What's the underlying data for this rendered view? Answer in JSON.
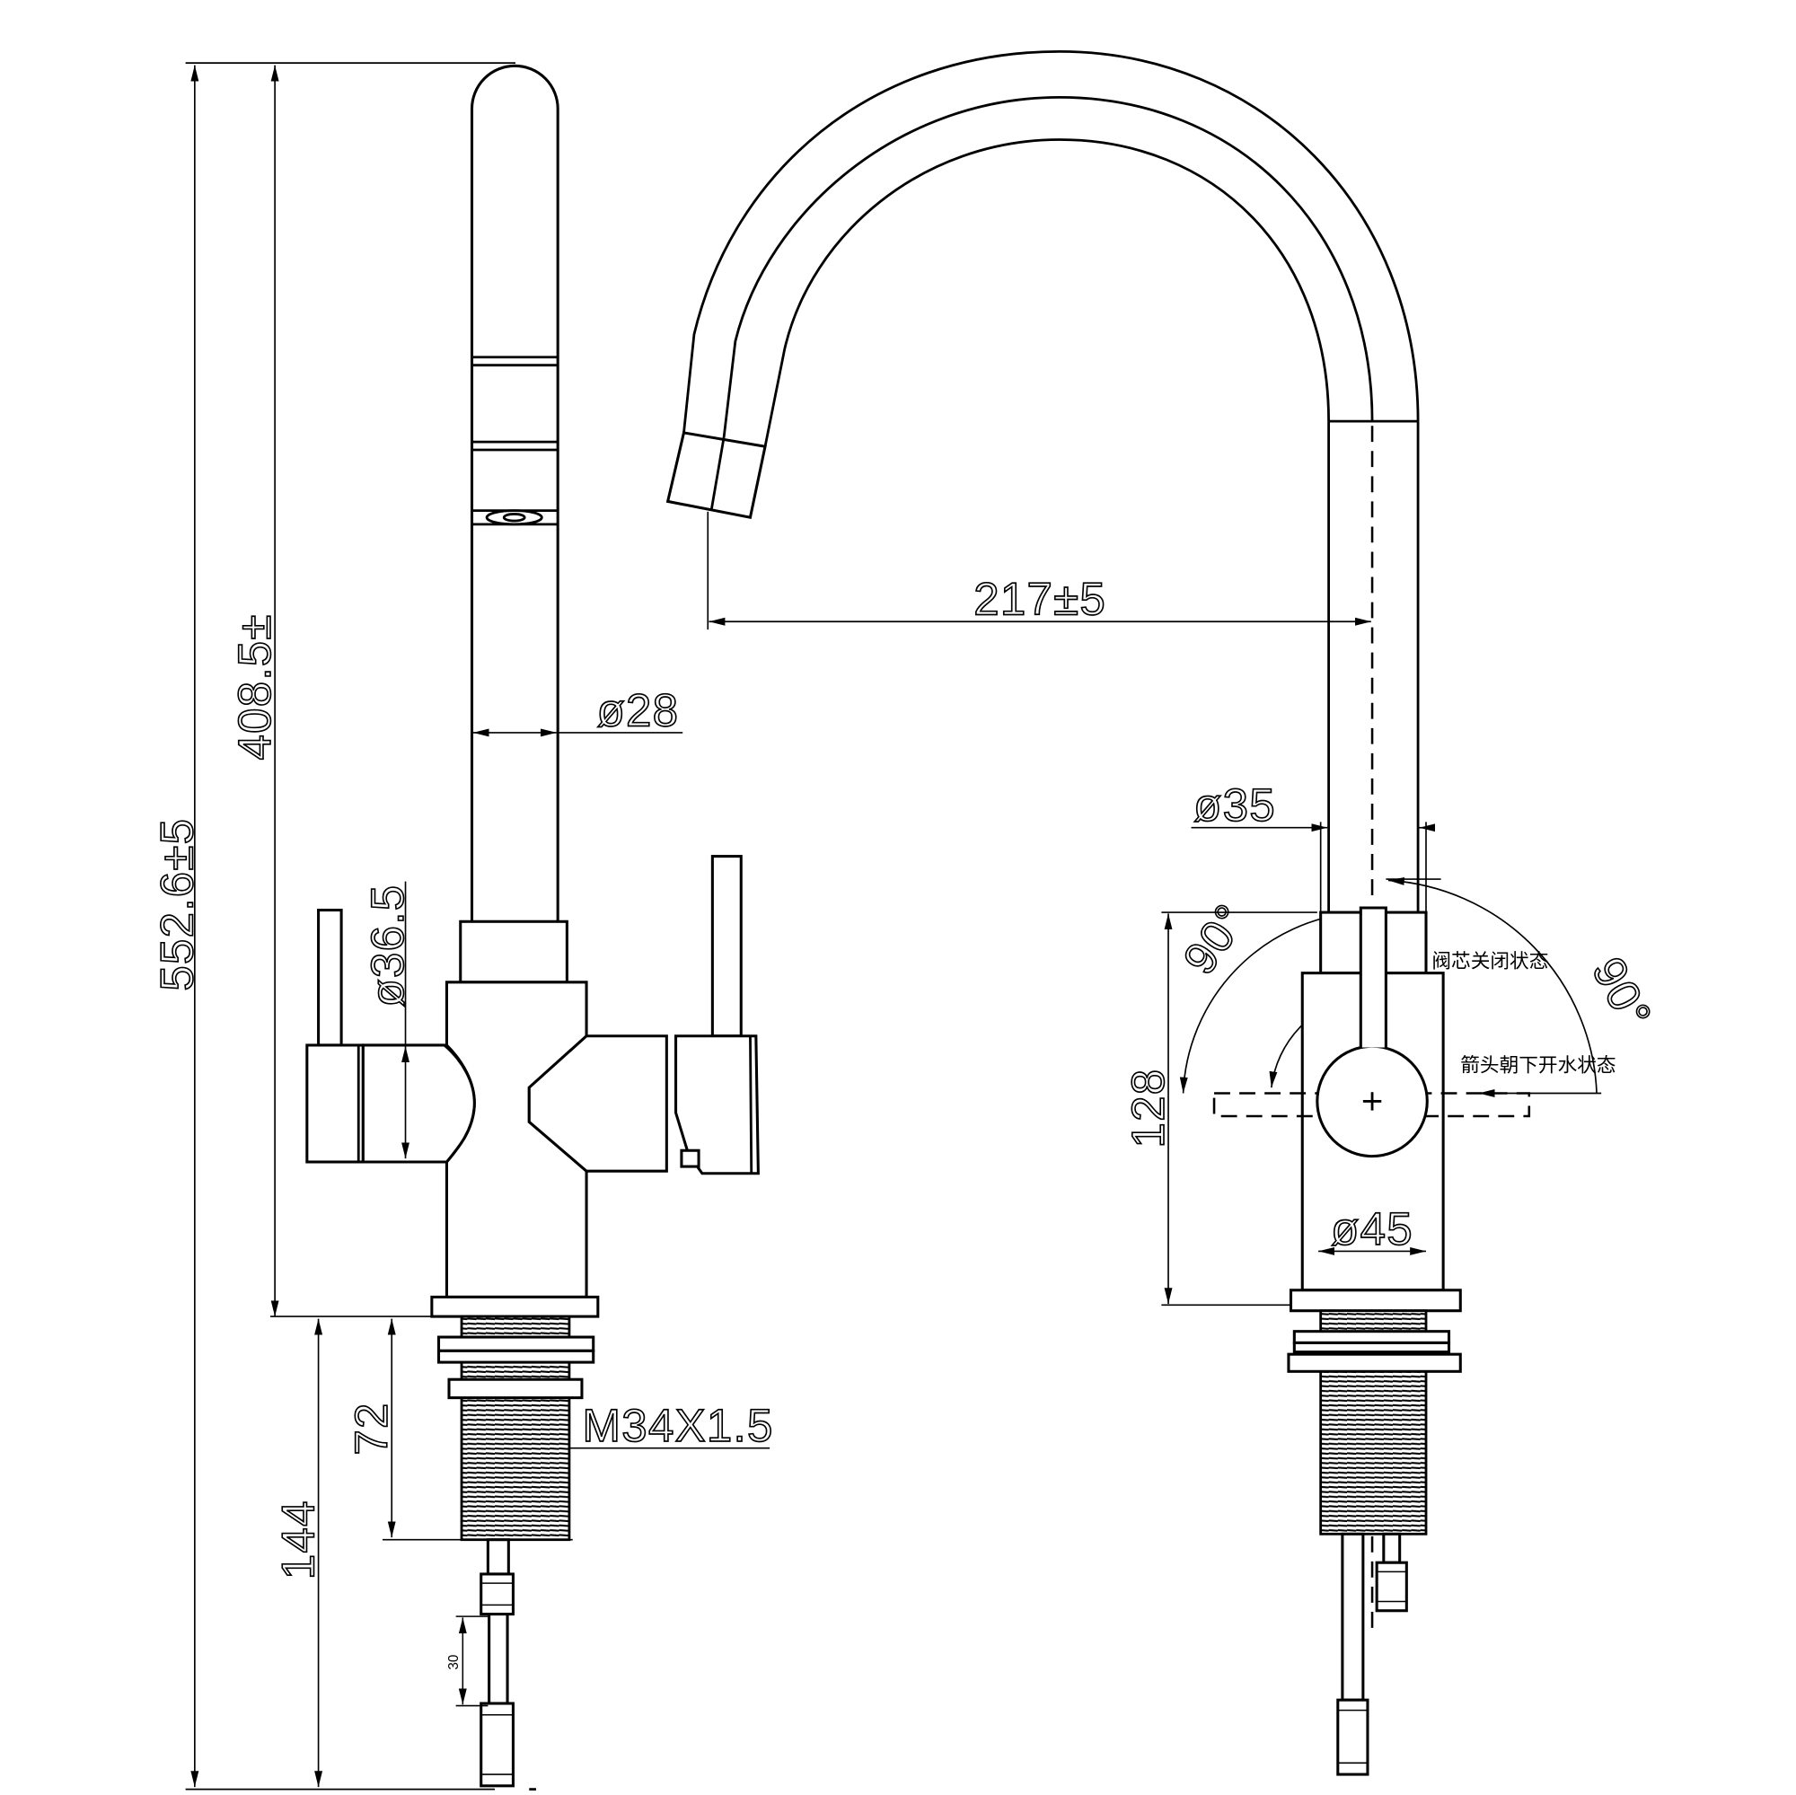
{
  "left_view": {
    "overall_height": "552.6±5",
    "spout_height": "408.5±",
    "spout_diameter": "ø28",
    "body_diameter": "ø36.5",
    "shank_length": "72",
    "below_deck_length": "144",
    "thread_spec": "M34X1.5",
    "hose_fitting_length": "30"
  },
  "front_view": {
    "spout_reach": "217±5",
    "collar_diameter": "ø35",
    "handle_angle_left": "90°",
    "handle_angle_right": "90°",
    "closed_state_label": "阀芯关闭状态",
    "open_state_label": "箭头朝下开水状态",
    "body_height": "128",
    "handle_diameter": "ø45"
  },
  "colors": {
    "line": "#000000",
    "background": "#ffffff"
  }
}
